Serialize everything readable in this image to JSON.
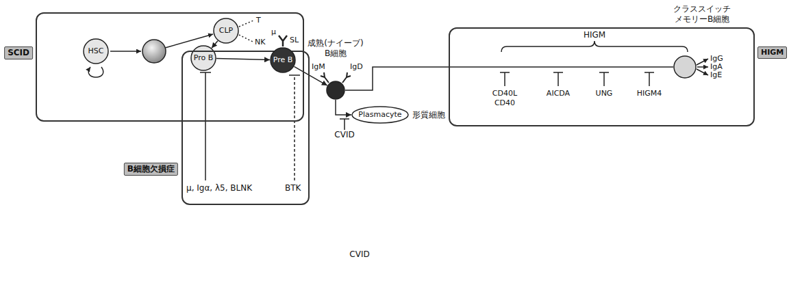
{
  "diagram": {
    "nodes": [
      {
        "text": [
          "SCID"
        ]
      },
      {
        "text": [
          "HSC"
        ],
        "in": 0
      },
      {
        "text": [
          "CLP"
        ],
        "in": 0
      },
      {
        "text": [
          "Pro B"
        ],
        "in": 0
      },
      {
        "text": [
          "B細胞欠損症",
          "μ, Igα, λ5, BLNK",
          "BTK"
        ]
      },
      {
        "text": [
          "Pre B"
        ],
        "in": 4
      },
      {
        "text": [
          "成熟(ナイーブ) B細胞"
        ]
      },
      {
        "text": [
          "Plasmacyte",
          "形質細胞"
        ]
      },
      {
        "text": [
          "HIGM",
          "HIGM",
          "CD40L CD40",
          "AICDA",
          "UNG",
          "HIGM4"
        ]
      },
      {
        "text": [
          "クラススイッチ メモリーB細胞"
        ],
        "in": 8
      }
    ],
    "edges": [
      {
        "from": 2,
        "to": 3,
        "arrow": "to"
      },
      {
        "from": 3,
        "to": 5,
        "arrow": "to"
      },
      {
        "from": 5,
        "to": 6,
        "arrow": "to"
      },
      {
        "from": 6,
        "to": 9,
        "arrow": "none"
      },
      {
        "from": 6,
        "to": 7,
        "arrow": "to"
      }
    ],
    "labels": [
      "T",
      "NK",
      "μ",
      "SL",
      "IgM",
      "IgD",
      "IgG",
      "IgA",
      "IgE",
      "CVID",
      "CVID"
    ]
  }
}
